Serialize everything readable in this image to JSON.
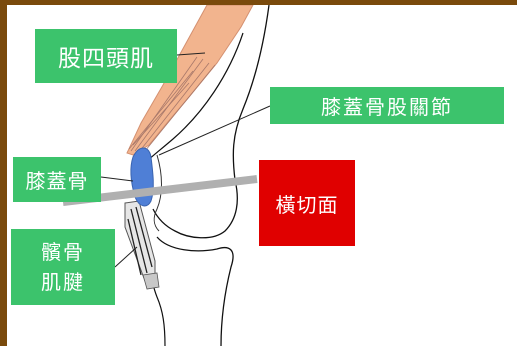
{
  "labels": {
    "quadriceps": "股四頭肌",
    "patellofemoral_joint": "膝蓋骨股關節",
    "patella": "膝蓋骨",
    "patellar_tendon_line1": "髕骨",
    "patellar_tendon_line2": "肌腱",
    "transverse_plane": "橫切面"
  },
  "colors": {
    "frame": "#7a4a0c",
    "label_green": "#3cc36c",
    "label_red": "#e00000",
    "patella_blue": "#4f7fd6",
    "muscle_peach": "#f2b48e",
    "plane_gray": "#b0b0b0"
  }
}
